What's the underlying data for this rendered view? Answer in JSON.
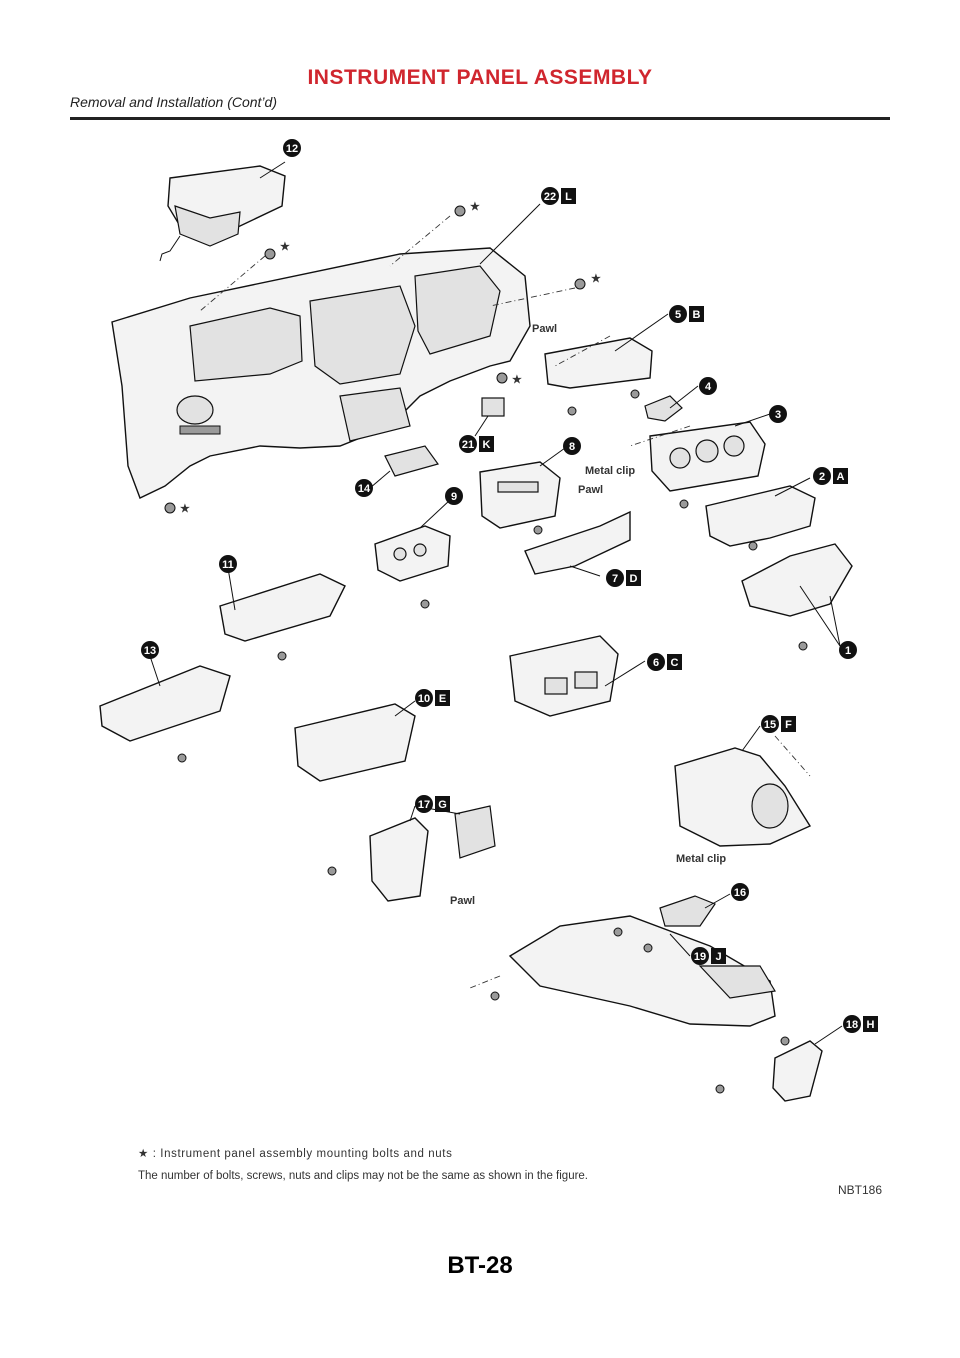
{
  "header": {
    "title": "INSTRUMENT PANEL ASSEMBLY",
    "subtitle": "Removal and Installation (Cont’d)"
  },
  "diagram": {
    "callouts": [
      {
        "num": "12",
        "letter": ""
      },
      {
        "num": "22",
        "letter": "L"
      },
      {
        "num": "5",
        "letter": "B"
      },
      {
        "num": "4",
        "letter": ""
      },
      {
        "num": "3",
        "letter": ""
      },
      {
        "num": "2",
        "letter": "A"
      },
      {
        "num": "21",
        "letter": "K"
      },
      {
        "num": "8",
        "letter": ""
      },
      {
        "num": "14",
        "letter": ""
      },
      {
        "num": "9",
        "letter": ""
      },
      {
        "num": "7",
        "letter": "D"
      },
      {
        "num": "11",
        "letter": ""
      },
      {
        "num": "1",
        "letter": ""
      },
      {
        "num": "13",
        "letter": ""
      },
      {
        "num": "6",
        "letter": "C"
      },
      {
        "num": "10",
        "letter": "E"
      },
      {
        "num": "15",
        "letter": "F"
      },
      {
        "num": "17",
        "letter": "G"
      },
      {
        "num": "16",
        "letter": ""
      },
      {
        "num": "19",
        "letter": "J"
      },
      {
        "num": "18",
        "letter": "H"
      }
    ],
    "text_labels": {
      "pawl": "Pawl",
      "metal_clip": "Metal clip",
      "star": "★"
    }
  },
  "notes": {
    "legend_symbol": "★",
    "legend_text": " : Instrument panel assembly mounting bolts and nuts",
    "disclaimer": "The number of bolts, screws, nuts and clips may not be the same as shown in the figure.",
    "figure_code": "NBT186"
  },
  "page_number": "BT-28"
}
